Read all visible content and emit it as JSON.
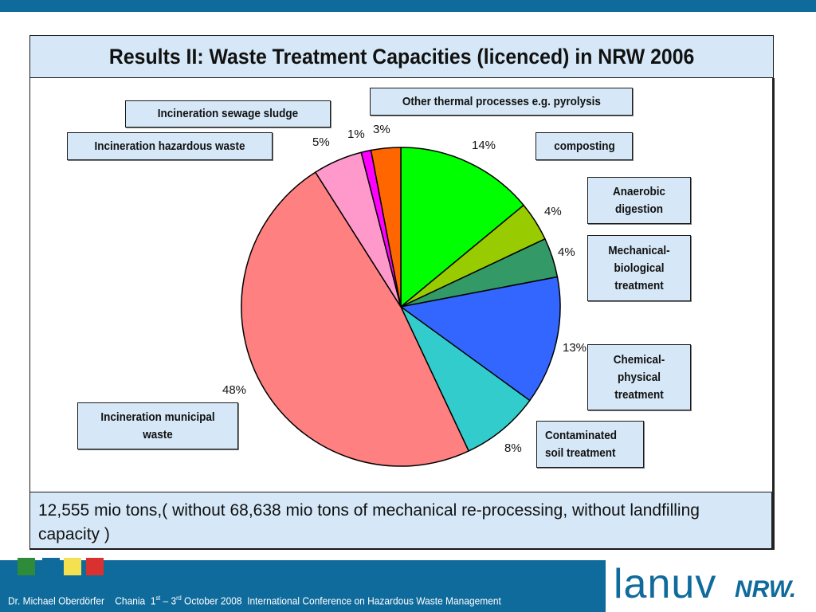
{
  "title": "Results II: Waste Treatment Capacities (licenced) in NRW 2006",
  "chart_data": {
    "type": "pie",
    "start_angle_deg": 0,
    "direction": "clockwise",
    "slices": [
      {
        "label": "composting",
        "value": 14,
        "color": "#00ff00"
      },
      {
        "label": "Anaerobic digestion",
        "value": 4,
        "color": "#99cc00"
      },
      {
        "label": "Mechanical-biological treatment",
        "value": 4,
        "color": "#339966"
      },
      {
        "label": "Chemical-physical treatment",
        "value": 13,
        "color": "#3366ff"
      },
      {
        "label": "Contaminated soil treatment",
        "value": 8,
        "color": "#33cccc"
      },
      {
        "label": "Incineration municipal waste",
        "value": 48,
        "color": "#ff8080"
      },
      {
        "label": "Incineration hazardous waste",
        "value": 5,
        "color": "#ff99cc"
      },
      {
        "label": "Incineration sewage sludge",
        "value": 1,
        "color": "#ff00ff"
      },
      {
        "label": "Other thermal processes e.g. pyrolysis",
        "value": 3,
        "color": "#ff6600"
      }
    ],
    "percent_labels": [
      "14%",
      "4%",
      "4%",
      "13%",
      "8%",
      "48%",
      "5%",
      "1%",
      "3%"
    ]
  },
  "labels": {
    "other_thermal": "Other thermal processes e.g. pyrolysis",
    "incineration_sewage": "Incineration sewage sludge",
    "incineration_hazardous": "Incineration hazardous waste",
    "composting": "composting",
    "anaerobic": "Anaerobic digestion",
    "mechanical": "Mechanical-biological treatment",
    "chemical": "Chemical-physical treatment",
    "contaminated": "Contaminated soil treatment",
    "incineration_municipal": "Incineration municipal waste"
  },
  "note": "12,555 mio tons,( without 68,638 mio tons of mechanical re-processing, without landfilling capacity )",
  "footer": {
    "author": "Dr. Michael Oberdörfer",
    "place": "Chania",
    "date_start_day": "1",
    "date_start_sup": "st",
    "date_mid": " – 3",
    "date_end_sup": "rd",
    "date_rest": " October 2008",
    "conference": "International Conference on Hazardous Waste Management"
  },
  "footer_squares": [
    "#2e8b3a",
    "#0f6b9c",
    "#f5e050",
    "#d93030"
  ],
  "logo": {
    "lanuv": "lanuv",
    "nrw": "NRW."
  },
  "colors": {
    "accent": "#0f6b9c",
    "box_fill": "#d6e8f7"
  }
}
